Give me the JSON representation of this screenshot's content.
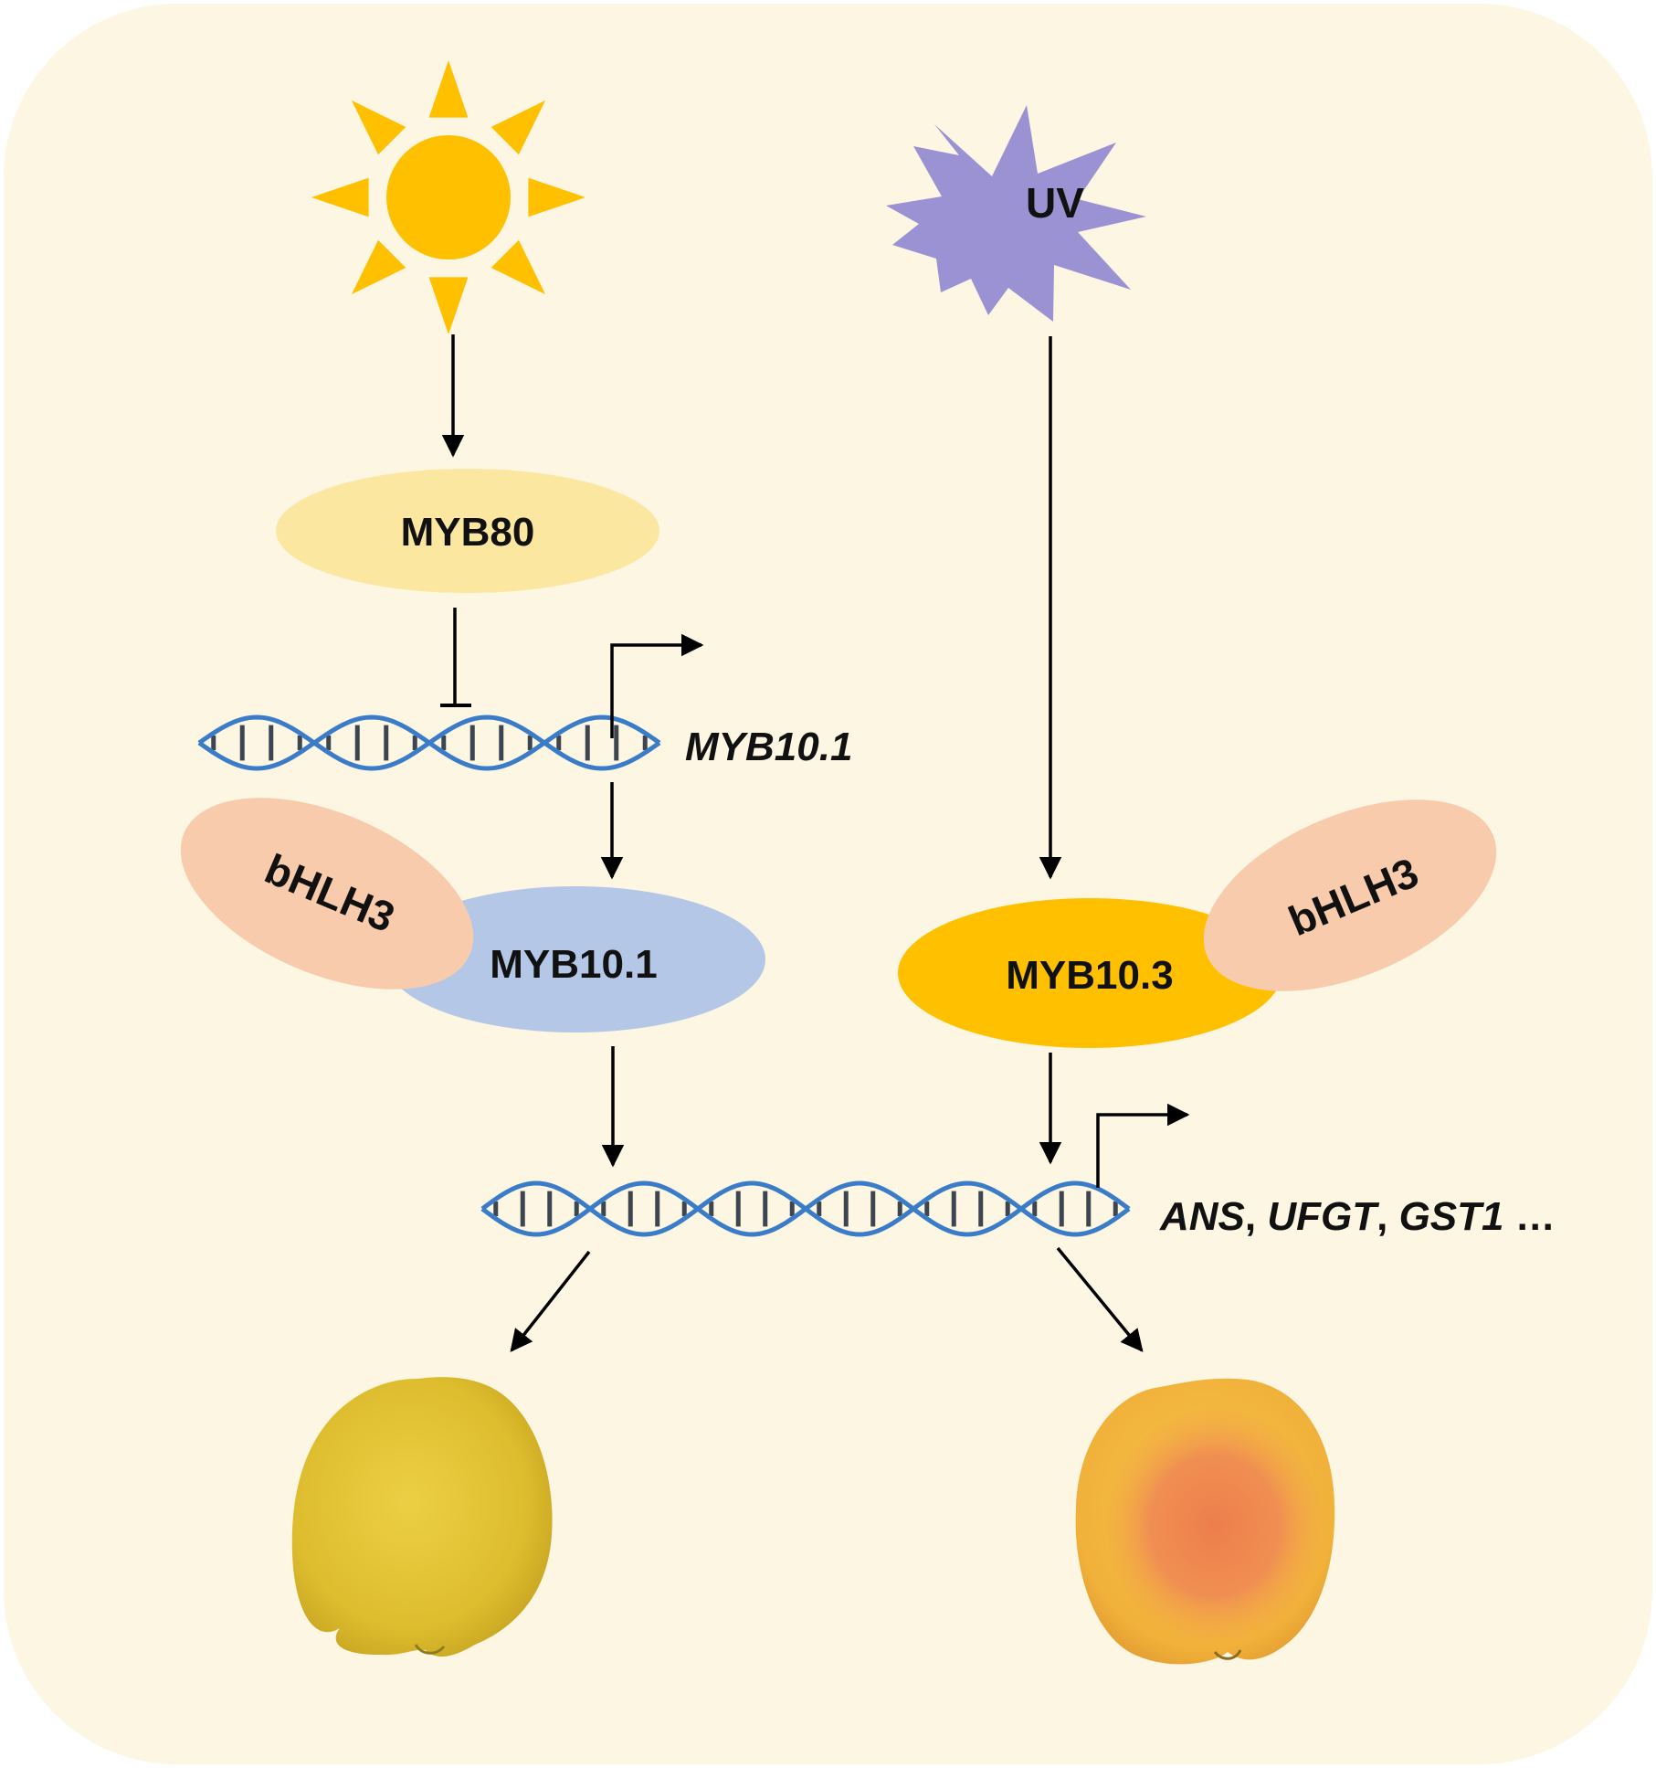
{
  "diagram": {
    "background_color": "#FDF6E3",
    "stimuli": {
      "sun": {
        "icon": "sun-icon",
        "color": "#FFC000"
      },
      "uv": {
        "icon": "uv-burst-icon",
        "label": "UV",
        "color": "#9A92D3"
      }
    },
    "proteins": {
      "myb80": {
        "label": "MYB80",
        "color": "#FCE7A1"
      },
      "myb10_1": {
        "label": "MYB10.1",
        "color": "#B4C7E7"
      },
      "myb10_3": {
        "label": "MYB10.3",
        "color": "#FFC000"
      },
      "bhlh3_left": {
        "label": "bHLH3",
        "color": "#F8CBAD"
      },
      "bhlh3_right": {
        "label": "bHLH3",
        "color": "#F8CBAD"
      }
    },
    "genes": {
      "myb10_1_gene": {
        "label": "MYB10.1"
      },
      "target_genes": {
        "ans": "ANS",
        "sep1": ", ",
        "ufgt": "UFGT",
        "sep2": ", ",
        "gst1": "GST1",
        "ellipsis": " …"
      }
    },
    "dna_color": "#3A7CC8",
    "dna_rung_color": "#3D4650",
    "fruits": {
      "left": {
        "icon": "yellow-peach-icon",
        "skin_color": "#E6C232"
      },
      "right": {
        "icon": "red-blushed-peach-icon",
        "skin_color": "#F3B43A",
        "blush_color": "#EE8A4E"
      }
    }
  }
}
